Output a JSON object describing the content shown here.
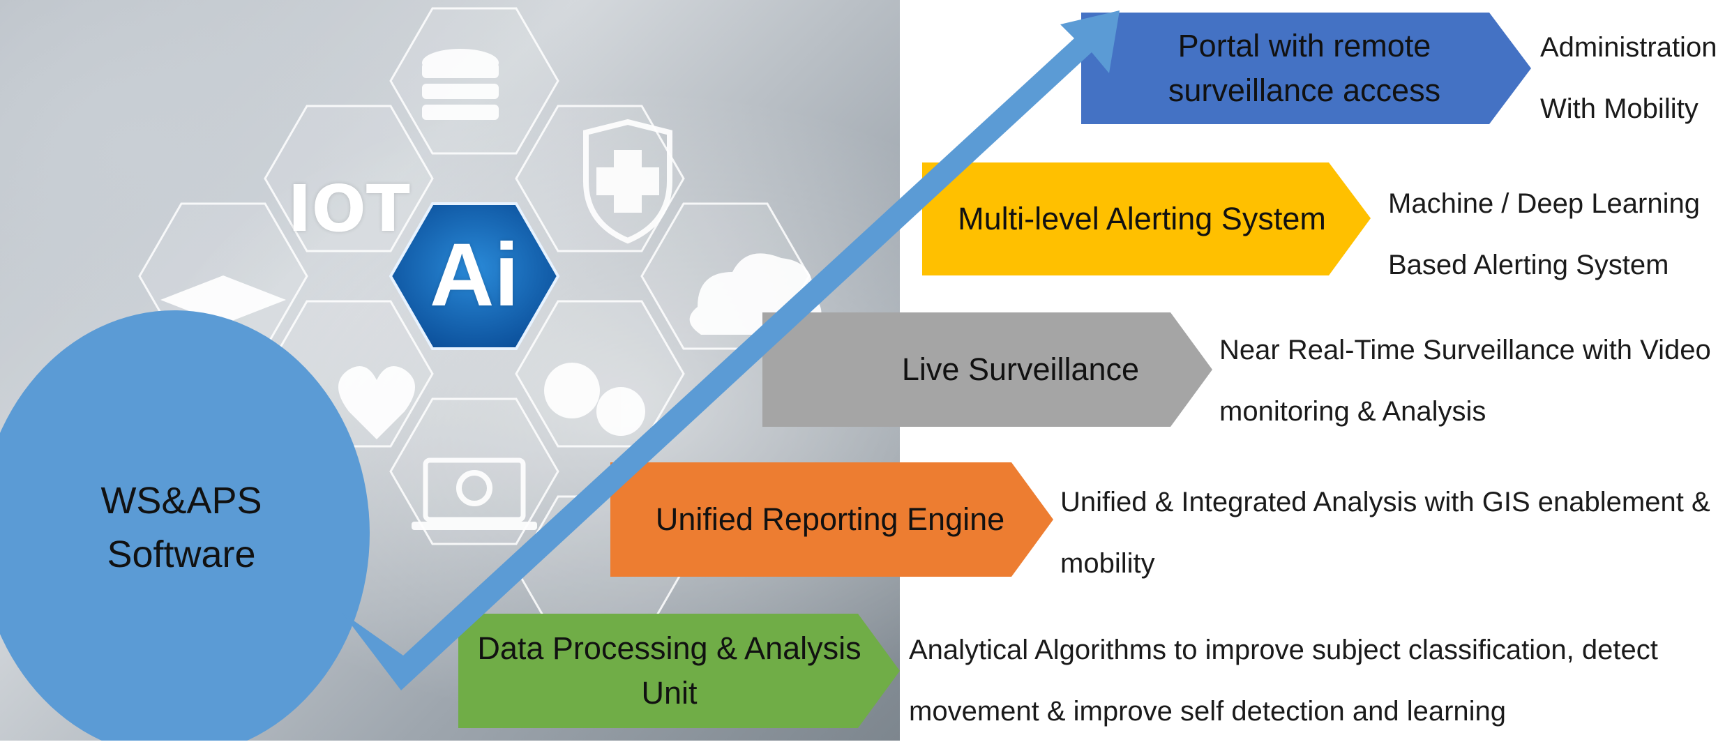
{
  "circle": {
    "line1": "WS&APS",
    "line2": "Software"
  },
  "image_glyphs": {
    "iot": "IOT",
    "ai": "Ai"
  },
  "stages": [
    {
      "label_line1": "Portal with remote",
      "label_line2": "surveillance access",
      "color": "#4472C4",
      "desc_line1": "Administration",
      "desc_line2": "With Mobility"
    },
    {
      "label_line1": "Multi-level Alerting System",
      "color": "#FFC000",
      "desc_line1": "Machine / Deep Learning",
      "desc_line2": "Based Alerting System"
    },
    {
      "label_line1": "Live Surveillance",
      "color": "#A5A5A5",
      "desc_line1": "Near Real-Time Surveillance with Video",
      "desc_line2": "monitoring & Analysis"
    },
    {
      "label_line1": "Unified Reporting Engine",
      "color": "#ED7D31",
      "desc_line1": "Unified & Integrated Analysis with GIS enablement &",
      "desc_line2": "mobility"
    },
    {
      "label_line1": "Data Processing & Analysis",
      "label_line2": "Unit",
      "color": "#70AD47",
      "desc_line1": "Analytical Algorithms to improve subject classification, detect",
      "desc_line2": "movement & improve self detection and learning"
    }
  ],
  "trend_arrow_color": "#5B9BD5",
  "circle_color": "#5B9BD5"
}
